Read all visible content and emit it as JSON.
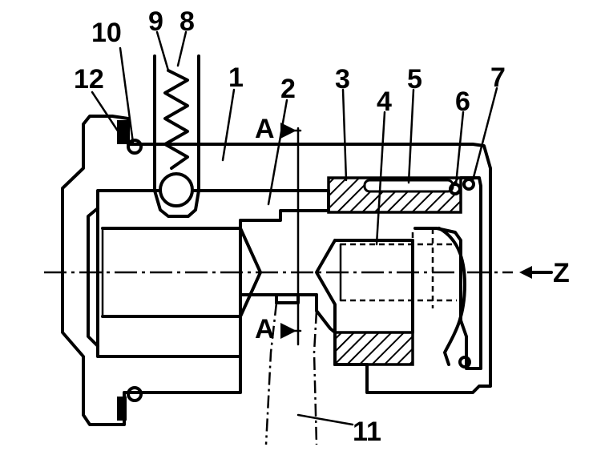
{
  "labels": {
    "n1": "1",
    "n2": "2",
    "n3": "3",
    "n4": "4",
    "n5": "5",
    "n6": "6",
    "n7": "7",
    "n8": "8",
    "n9": "9",
    "n10": "10",
    "n11": "11",
    "n12": "12",
    "section_top": "A",
    "section_bottom": "A",
    "view": "Z"
  },
  "colors": {
    "ink": "#000000",
    "paper": "#ffffff"
  }
}
